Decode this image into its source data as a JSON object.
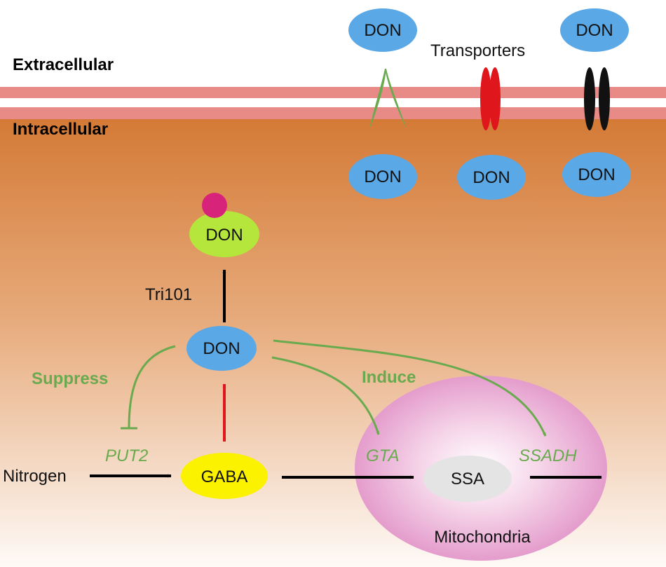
{
  "regions": {
    "extracellular": "Extracellular",
    "intracellular": "Intracellular"
  },
  "transporters_label": "Transporters",
  "node_label": "DON",
  "tri101": "Tri101",
  "gaba": "GABA",
  "ssa": "SSA",
  "nitrogen": "Nitrogen",
  "mitochondria": "Mitochondria",
  "genes": {
    "put2": "PUT2",
    "gta": "GTA",
    "ssadh": "SSADH"
  },
  "effects": {
    "suppress": "Suppress",
    "induce": "Induce"
  },
  "colors": {
    "don_blue": "#5ba8e6",
    "membrane": "#e88a86",
    "cytoplasm_top": "#d57d3a",
    "conjugated_don": "#b5e63b",
    "conjugate_group": "#d8237a",
    "gaba_yellow": "#fbf200",
    "ssa_gray": "#e4e4e4",
    "mitochondria_pink": "#e8a3cf",
    "regulation_green": "#6aaa4f",
    "gaba_arrow_red": "#e0161d",
    "transporter_green": "#6aaa4f",
    "transporter_red": "#e0161d",
    "transporter_black": "#111111"
  }
}
